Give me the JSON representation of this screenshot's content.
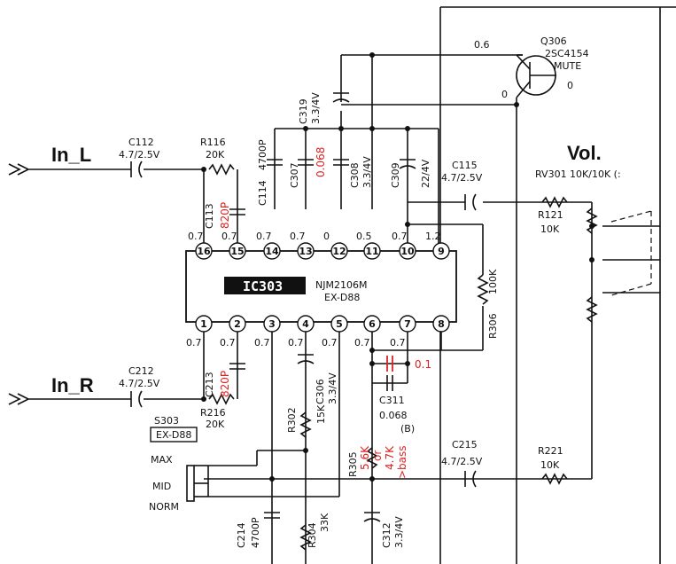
{
  "ic": {
    "ref": "IC303",
    "part": "NJM2106M",
    "variant": "EX-D88"
  },
  "inputs": {
    "left": "In_L",
    "right": "In_R"
  },
  "volume": {
    "title": "Vol.",
    "pot": "RV301 10K/10K (:"
  },
  "transistor": {
    "ref": "Q306",
    "part": "2SC4154",
    "label": "MUTE",
    "v_collector": "0.6",
    "v_base": "0",
    "v_emitter": "0"
  },
  "components": {
    "c112": {
      "ref": "C112",
      "value": "4.7/2.5V"
    },
    "r116": {
      "ref": "R116",
      "value": "20K"
    },
    "c113": {
      "ref": "C113",
      "value": "820P"
    },
    "c114": {
      "ref": "C114",
      "value": "4700P"
    },
    "c307": {
      "ref": "C307",
      "value": "0.068"
    },
    "c308": {
      "ref": "C308",
      "value": "3.3/4V"
    },
    "c319": {
      "ref": "C319",
      "value": "3.3/4V"
    },
    "c309": {
      "ref": "C309",
      "value": "22/4V"
    },
    "c115": {
      "ref": "C115",
      "value": "4.7/2.5V"
    },
    "r121": {
      "ref": "R121",
      "value": "10K"
    },
    "r306": {
      "ref": "R306",
      "value": "100K"
    },
    "c212": {
      "ref": "C212",
      "value": "4.7/2.5V"
    },
    "c213": {
      "ref": "C213",
      "value": "820P"
    },
    "r216": {
      "ref": "R216",
      "value": "20K"
    },
    "c306": {
      "ref": "C306",
      "value": "3.3/4V"
    },
    "r302": {
      "ref": "R302",
      "value": "15K"
    },
    "c311": {
      "ref": "C311",
      "value": "0.068"
    },
    "c311_mod": {
      "value": "0.1"
    },
    "r305": {
      "ref": "R305",
      "value": "5.6K",
      "alt_or": "or",
      "alt_value": "4.7K",
      "alt_note": ">bass",
      "marker": "(B)"
    },
    "c215": {
      "ref": "C215",
      "value": "4.7/2.5V"
    },
    "r221": {
      "ref": "R221",
      "value": "10K"
    },
    "c214": {
      "ref": "C214",
      "value": "4700P"
    },
    "r304": {
      "ref": "R304",
      "value": "33K"
    },
    "c312": {
      "ref": "C312",
      "value": "3.3/4V"
    }
  },
  "switch": {
    "ref": "S303",
    "variant": "EX-D88",
    "positions": [
      "MAX",
      "MID",
      "NORM"
    ]
  },
  "pins_top": [
    {
      "num": "16",
      "v": "0.7"
    },
    {
      "num": "15",
      "v": "0.7"
    },
    {
      "num": "14",
      "v": "0.7"
    },
    {
      "num": "13",
      "v": "0.7"
    },
    {
      "num": "12",
      "v": "0"
    },
    {
      "num": "11",
      "v": "0.5"
    },
    {
      "num": "10",
      "v": "0.7"
    },
    {
      "num": "9",
      "v": "1.2"
    }
  ],
  "pins_bottom": [
    {
      "num": "1",
      "v": "0.7"
    },
    {
      "num": "2",
      "v": "0.7"
    },
    {
      "num": "3",
      "v": "0.7"
    },
    {
      "num": "4",
      "v": "0.7"
    },
    {
      "num": "5",
      "v": "0.7"
    },
    {
      "num": "6",
      "v": "0.7"
    },
    {
      "num": "7",
      "v": "0.7"
    },
    {
      "num": "8",
      "v": ""
    }
  ],
  "colors": {
    "ink": "#111111",
    "annotation": "#dd2222"
  }
}
